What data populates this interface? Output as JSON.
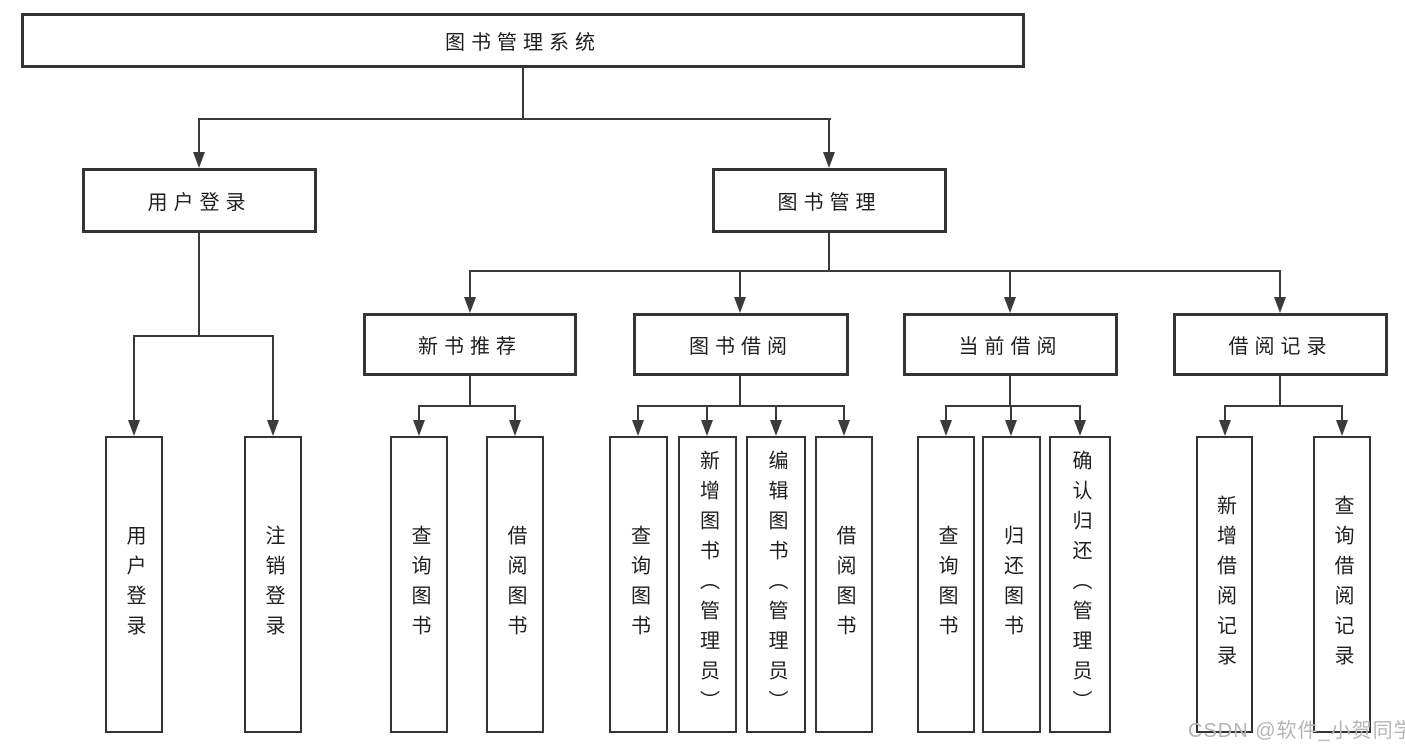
{
  "diagram": {
    "type": "hierarchy-tree",
    "root": {
      "label": "图书管理系统",
      "children": [
        {
          "label": "用户登录",
          "children": [
            {
              "label": "用户登录"
            },
            {
              "label": "注销登录"
            }
          ]
        },
        {
          "label": "图书管理",
          "children": [
            {
              "label": "新书推荐",
              "children": [
                {
                  "label": "查询图书"
                },
                {
                  "label": "借阅图书"
                }
              ]
            },
            {
              "label": "图书借阅",
              "children": [
                {
                  "label": "查询图书"
                },
                {
                  "label": "新增图书（管理员）"
                },
                {
                  "label": "编辑图书（管理员）"
                },
                {
                  "label": "借阅图书"
                }
              ]
            },
            {
              "label": "当前借阅",
              "children": [
                {
                  "label": "查询图书"
                },
                {
                  "label": "归还图书"
                },
                {
                  "label": "确认归还（管理员）"
                }
              ]
            },
            {
              "label": "借阅记录",
              "children": [
                {
                  "label": "新增借阅记录"
                },
                {
                  "label": "查询借阅记录"
                }
              ]
            }
          ]
        }
      ]
    }
  },
  "watermark": {
    "text": "CSDN @软件_小贺同学"
  },
  "colors": {
    "background": "#ffffff",
    "box_border": "#343434",
    "connector_line": "#3a3a3a",
    "text": "#1f1f1f",
    "watermark_text": "#b5b5b5"
  }
}
